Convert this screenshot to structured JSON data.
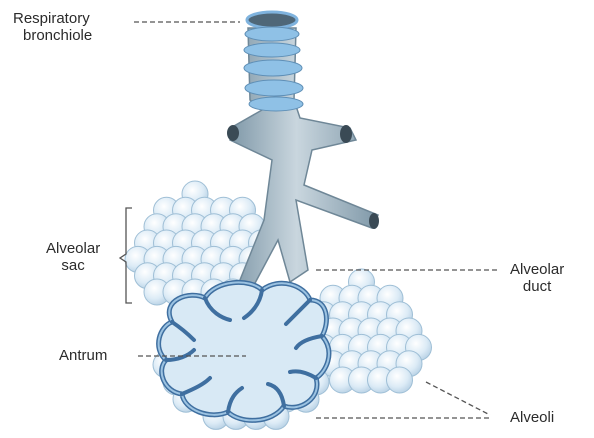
{
  "labels": {
    "respiratory_bronchiole": [
      "Respiratory",
      "bronchiole"
    ],
    "alveolar_sac": [
      "Alveolar",
      "sac"
    ],
    "antrum": "Antrum",
    "alveolar_duct": [
      "Alveolar",
      "duct"
    ],
    "alveoli": "Alveoli"
  },
  "colors": {
    "tube_fill": "#a9bcc8",
    "tube_shade": "#7f98a8",
    "ring_fill": "#8fc1e6",
    "alveolus_fill": "#e4f0f9",
    "alveolus_edge": "#9fbfd6",
    "sac_wall": "#3f6fa0",
    "leader_line": "#555555"
  }
}
